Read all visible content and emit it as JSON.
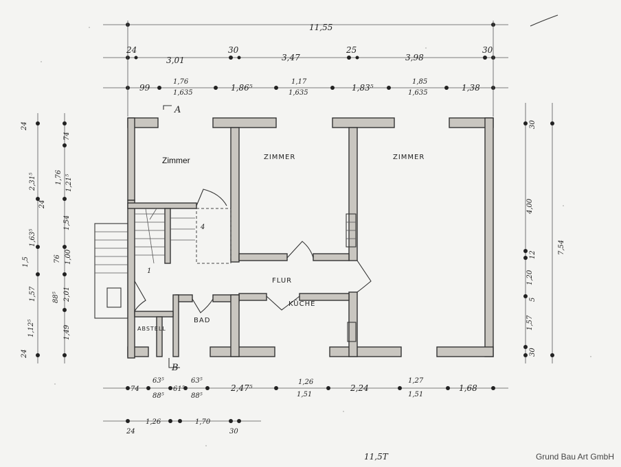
{
  "dims_top": {
    "overall": "11,55",
    "row1": [
      "24",
      "3,01",
      "30",
      "3,47",
      "25",
      "3,98",
      "30"
    ],
    "row2": [
      "99",
      "1,76",
      "1,635",
      "1,86⁵",
      "1,17",
      "1,635",
      "1,83⁵",
      "1,85",
      "1,635",
      "1,38"
    ]
  },
  "dims_left": [
    "24",
    "74",
    "2,31⁵",
    "1,76",
    "1,21⁵",
    "24",
    "1,54",
    "1,63⁵",
    "1,5",
    "1,00",
    "76",
    "2,01",
    "88⁵",
    "1,57",
    "1,12⁵",
    "1,49",
    "24"
  ],
  "dims_right": [
    "30",
    "4,00",
    "7,54",
    "12",
    "1,20",
    "5",
    "1,57",
    "30"
  ],
  "dims_bottom": {
    "row1": [
      "74",
      "63⁵",
      "88⁵",
      "61⁵",
      "63⁵",
      "88⁵",
      "2,47⁵",
      "1,26",
      "1,51",
      "2,24",
      "1,27",
      "1,51",
      "1,68"
    ],
    "row2": [
      "24",
      "1,26",
      "1,70",
      "30"
    ],
    "overall": "11,5T"
  },
  "section_marks": {
    "a": "A",
    "b": "B"
  },
  "rooms": {
    "zimmer_left": "Zimmer",
    "zimmer_mid": "ZIMMER",
    "zimmer_right": "ZIMMER",
    "flur": "FLUR",
    "kuche": "KÜCHE",
    "bad": "BAD",
    "abstell": "ABSTELL"
  },
  "stair_label": "1",
  "stair_step": "4",
  "credit": "Grund Bau Art GmbH"
}
